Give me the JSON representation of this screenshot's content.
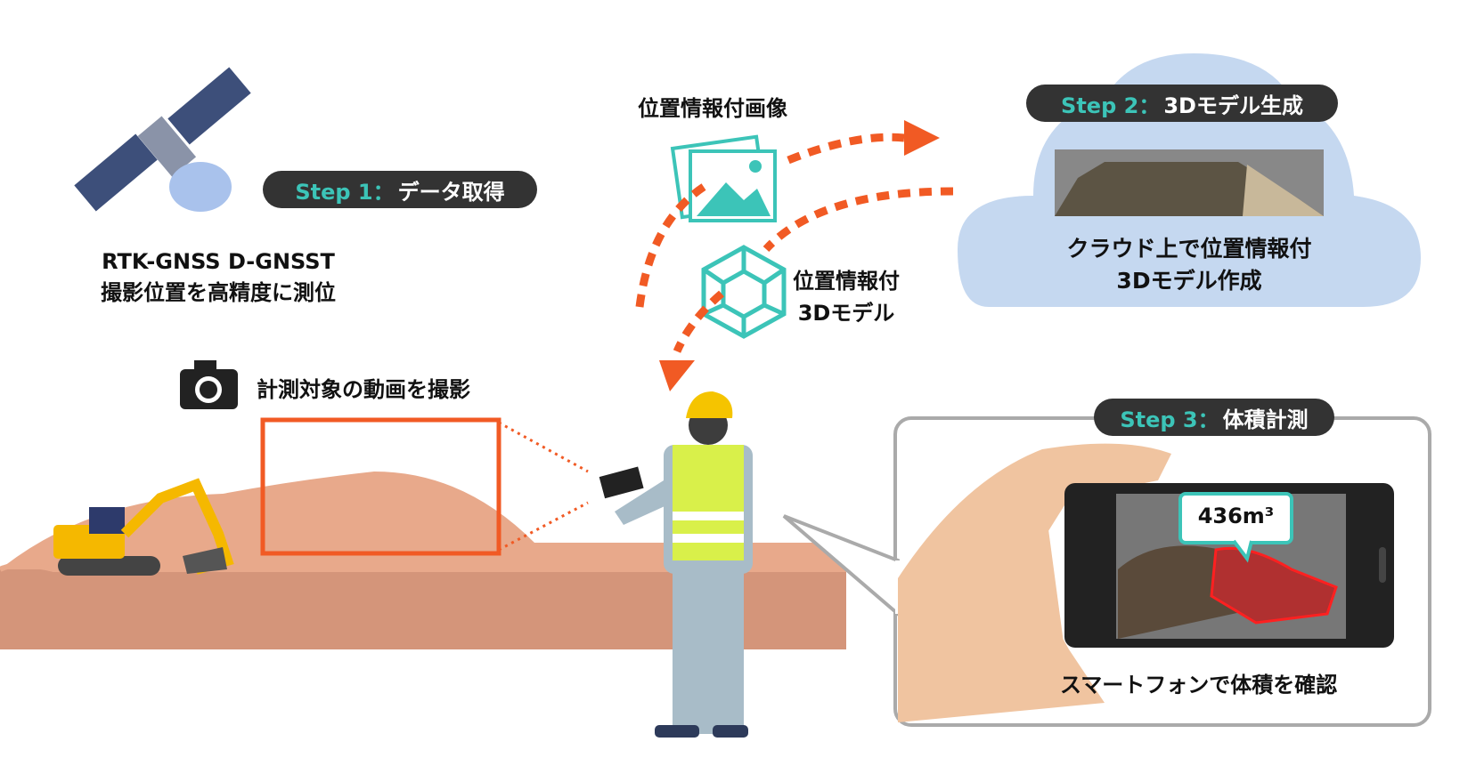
{
  "step1": {
    "step": "Step 1：",
    "title": "データ取得",
    "desc_line1": "RTK-GNSS D-GNSST",
    "desc_line2": "撮影位置を高精度に測位"
  },
  "camera_label": "計測対象の動画を撮影",
  "image_label": "位置情報付画像",
  "model_label_line1": "位置情報付",
  "model_label_line2": "3Dモデル",
  "step2": {
    "step": "Step 2：",
    "title": "3Dモデル生成",
    "desc_line1": "クラウド上で位置情報付",
    "desc_line2": "3Dモデル作成"
  },
  "step3": {
    "step": "Step 3：",
    "title": "体積計測",
    "volume": "436m³",
    "desc": "スマートフォンで体積を確認"
  },
  "colors": {
    "accent": "#f15a24",
    "teal": "#3cc4b8",
    "cloud": "#c5d8f0",
    "pill": "#333333",
    "ground": "#d4957a"
  }
}
